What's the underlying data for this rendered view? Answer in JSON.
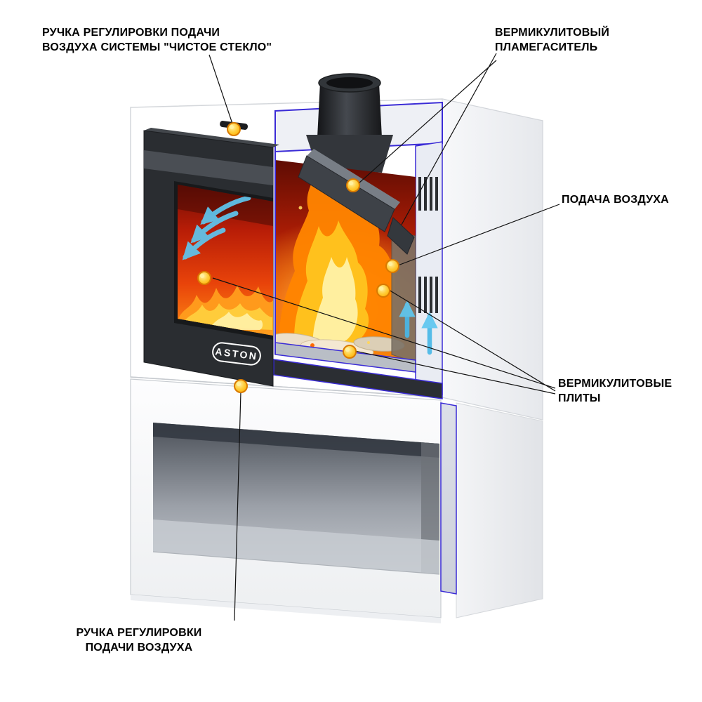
{
  "diagram": {
    "type": "fireplace-cutaway-diagram",
    "language": "ru",
    "brand": "ASTON",
    "labels": {
      "clean_glass_air_handle": {
        "line1": "РУЧКА РЕГУЛИРОВКИ ПОДАЧИ",
        "line2": "ВОЗДУХА СИСТЕМЫ \"ЧИСТОЕ СТЕКЛО\""
      },
      "flame_arrester": {
        "line1": "ВЕРМИКУЛИТОВЫЙ",
        "line2": "ПЛАМЕГАСИТЕЛЬ"
      },
      "air_supply": {
        "line1": "ПОДАЧА ВОЗДУХА"
      },
      "vermiculite_plates": {
        "line1": "ВЕРМИКУЛИТОВЫЕ",
        "line2": "ПЛИТЫ"
      },
      "air_handle": {
        "line1": "РУЧКА РЕГУЛИРОВКИ",
        "line2": "ПОДАЧИ ВОЗДУХА"
      }
    },
    "colors": {
      "callout_marker": "#ffb400",
      "callout_marker_ring": "#d97a00",
      "cut_outline": "#3a2bd6",
      "flame_primary": "#ff8400",
      "flame_core": "#fff1a6",
      "air_arrow": "#5ec7f0",
      "label_text": "#000000"
    },
    "marker_count": 7
  }
}
